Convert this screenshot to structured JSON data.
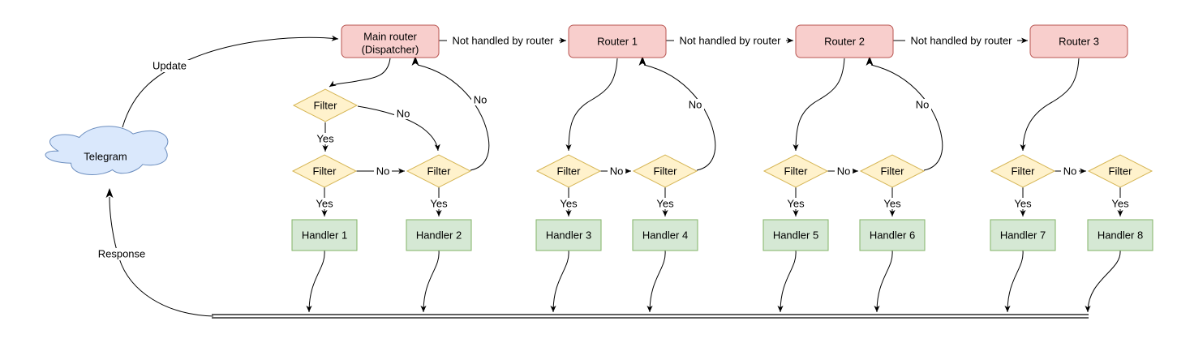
{
  "diagram": {
    "cloud_label": "Telegram",
    "labels": {
      "update": "Update",
      "response": "Response",
      "not_handled": "Not handled by router",
      "yes": "Yes",
      "no": "No",
      "filter": "Filter"
    },
    "routers": [
      {
        "label": "Main router",
        "sublabel": "(Dispatcher)"
      },
      {
        "label": "Router 1"
      },
      {
        "label": "Router 2"
      },
      {
        "label": "Router 3"
      }
    ],
    "handlers": [
      "Handler 1",
      "Handler 2",
      "Handler 3",
      "Handler 4",
      "Handler 5",
      "Handler 6",
      "Handler 7",
      "Handler 8"
    ],
    "colors": {
      "router_fill": "#f8cecc",
      "router_stroke": "#b85450",
      "filter_fill": "#fff2cc",
      "filter_stroke": "#d6b656",
      "handler_fill": "#d5e8d4",
      "handler_stroke": "#82b366",
      "cloud_fill": "#dae8fc",
      "cloud_stroke": "#6c8ebf",
      "edge": "#000000",
      "background": "#ffffff"
    }
  }
}
